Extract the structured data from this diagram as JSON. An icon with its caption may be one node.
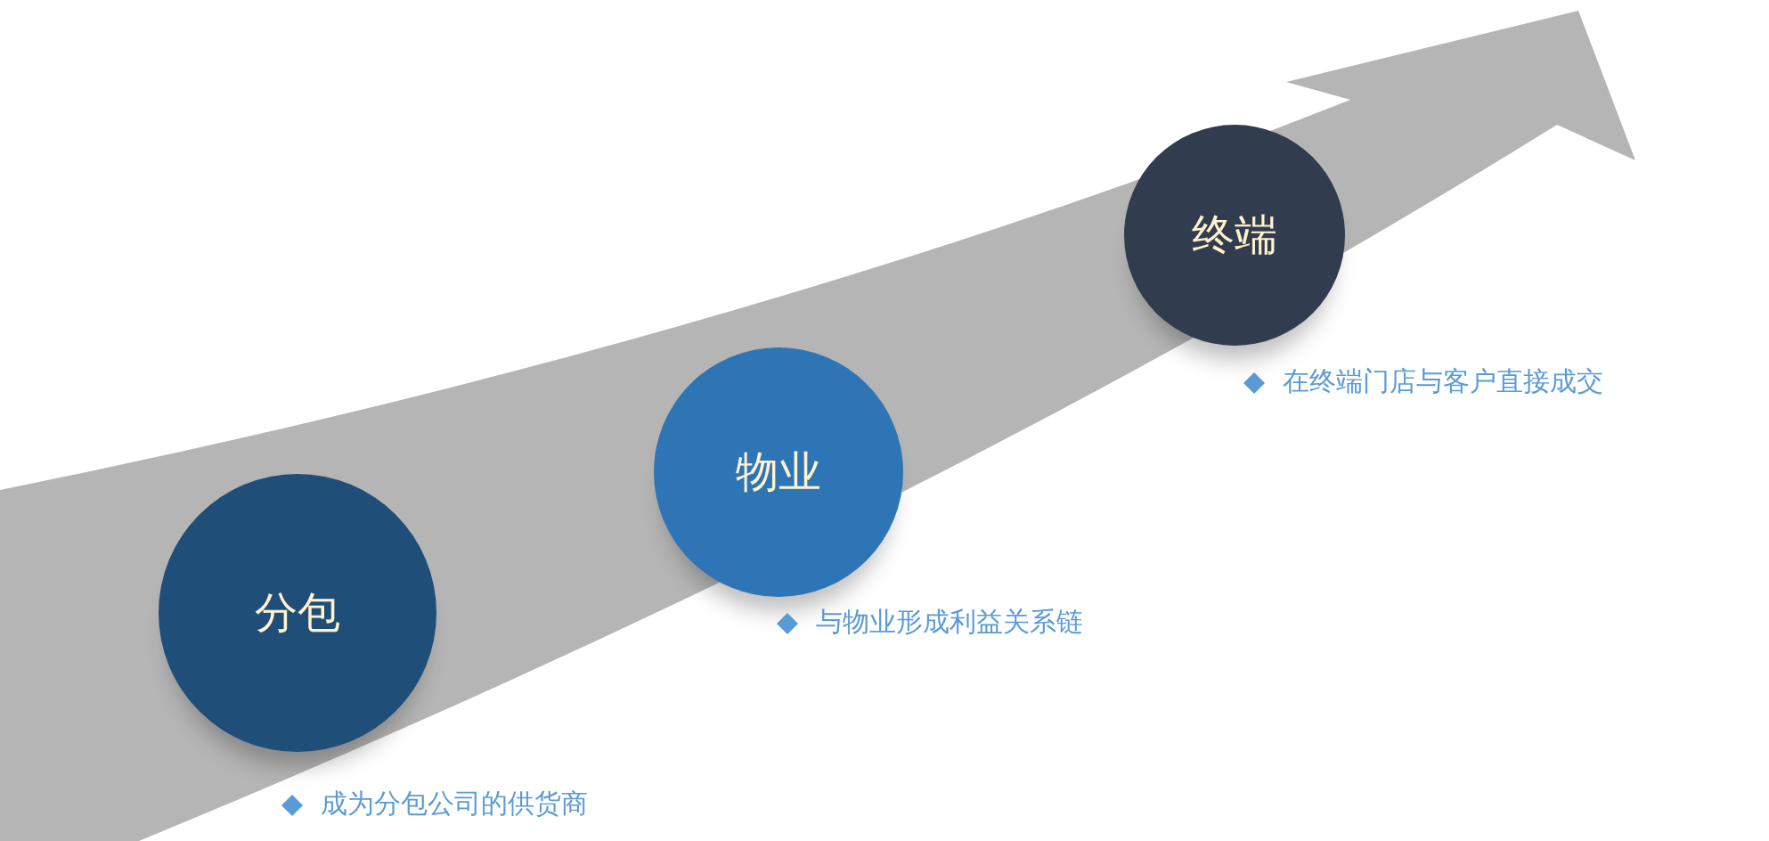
{
  "diagram": {
    "nodes": [
      {
        "text": [
          "分包"
        ],
        "beside": [
          "成为分包公司的供货商"
        ]
      },
      {
        "text": [
          "物业"
        ],
        "beside": [
          "与物业形成利益关系链"
        ]
      },
      {
        "text": [
          "终端"
        ],
        "beside": [
          "在终端门店与客户直接成交"
        ]
      }
    ]
  }
}
